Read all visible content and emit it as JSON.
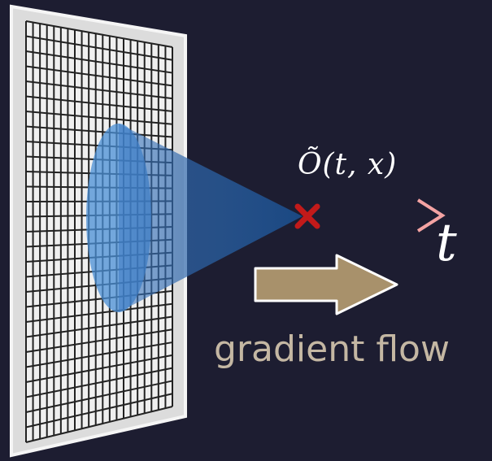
{
  "labels": {
    "observable": "Õ(t, x)",
    "time_axis": "t",
    "flow": "gradient flow"
  },
  "lattice": {
    "columns": 21,
    "rows": 28
  },
  "colors": {
    "background": "#1d1d31",
    "cone": "#1d4f8c",
    "ellipse": "#4a8fd6",
    "time_arrow": "#f4a3a3",
    "point_marker": "#c21a1a",
    "flow_arrow": "#a8916b",
    "flow_text": "#c4b7a3"
  }
}
